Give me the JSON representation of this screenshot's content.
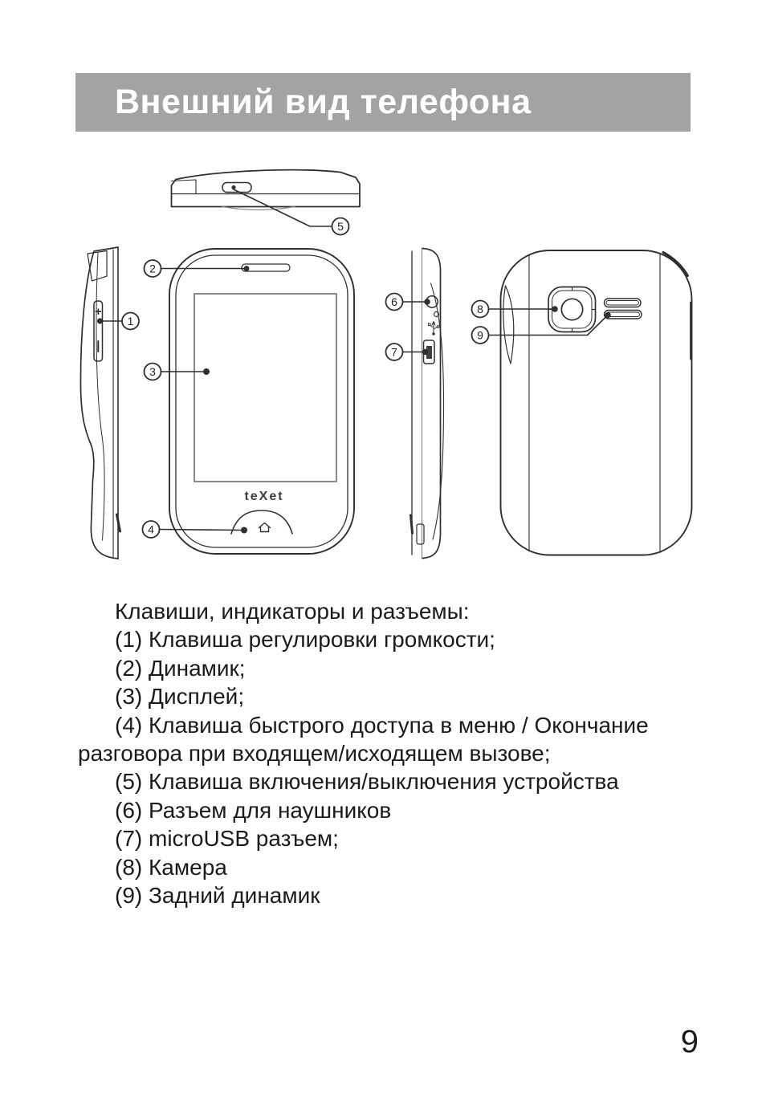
{
  "header": {
    "title": "Внешний вид телефона",
    "bg_color": "#a3a3a3",
    "text_color": "#ffffff"
  },
  "figure": {
    "brand_logo": "teXet",
    "volume_plus_label": "+",
    "callouts": [
      "1",
      "2",
      "3",
      "4",
      "5",
      "6",
      "7",
      "8",
      "9"
    ]
  },
  "body": {
    "intro": "Клавиши, индикаторы и разъемы:",
    "items": [
      "(1) Клавиша регулировки громкости;",
      "(2) Динамик;",
      "(3) Дисплей;",
      "(4) Клавиша быстрого доступа в меню / Окончание разговора при входящем/исходящем вызове;",
      "(5) Клавиша включения/выключения устройства",
      "(6) Разъем для наушников",
      "(7) microUSB разъем;",
      "(8) Камера",
      "(9) Задний динамик"
    ]
  },
  "footer": {
    "page_number": "9"
  },
  "colors": {
    "line": "#2f2f2f",
    "screen_border": "#8a8a8a"
  }
}
